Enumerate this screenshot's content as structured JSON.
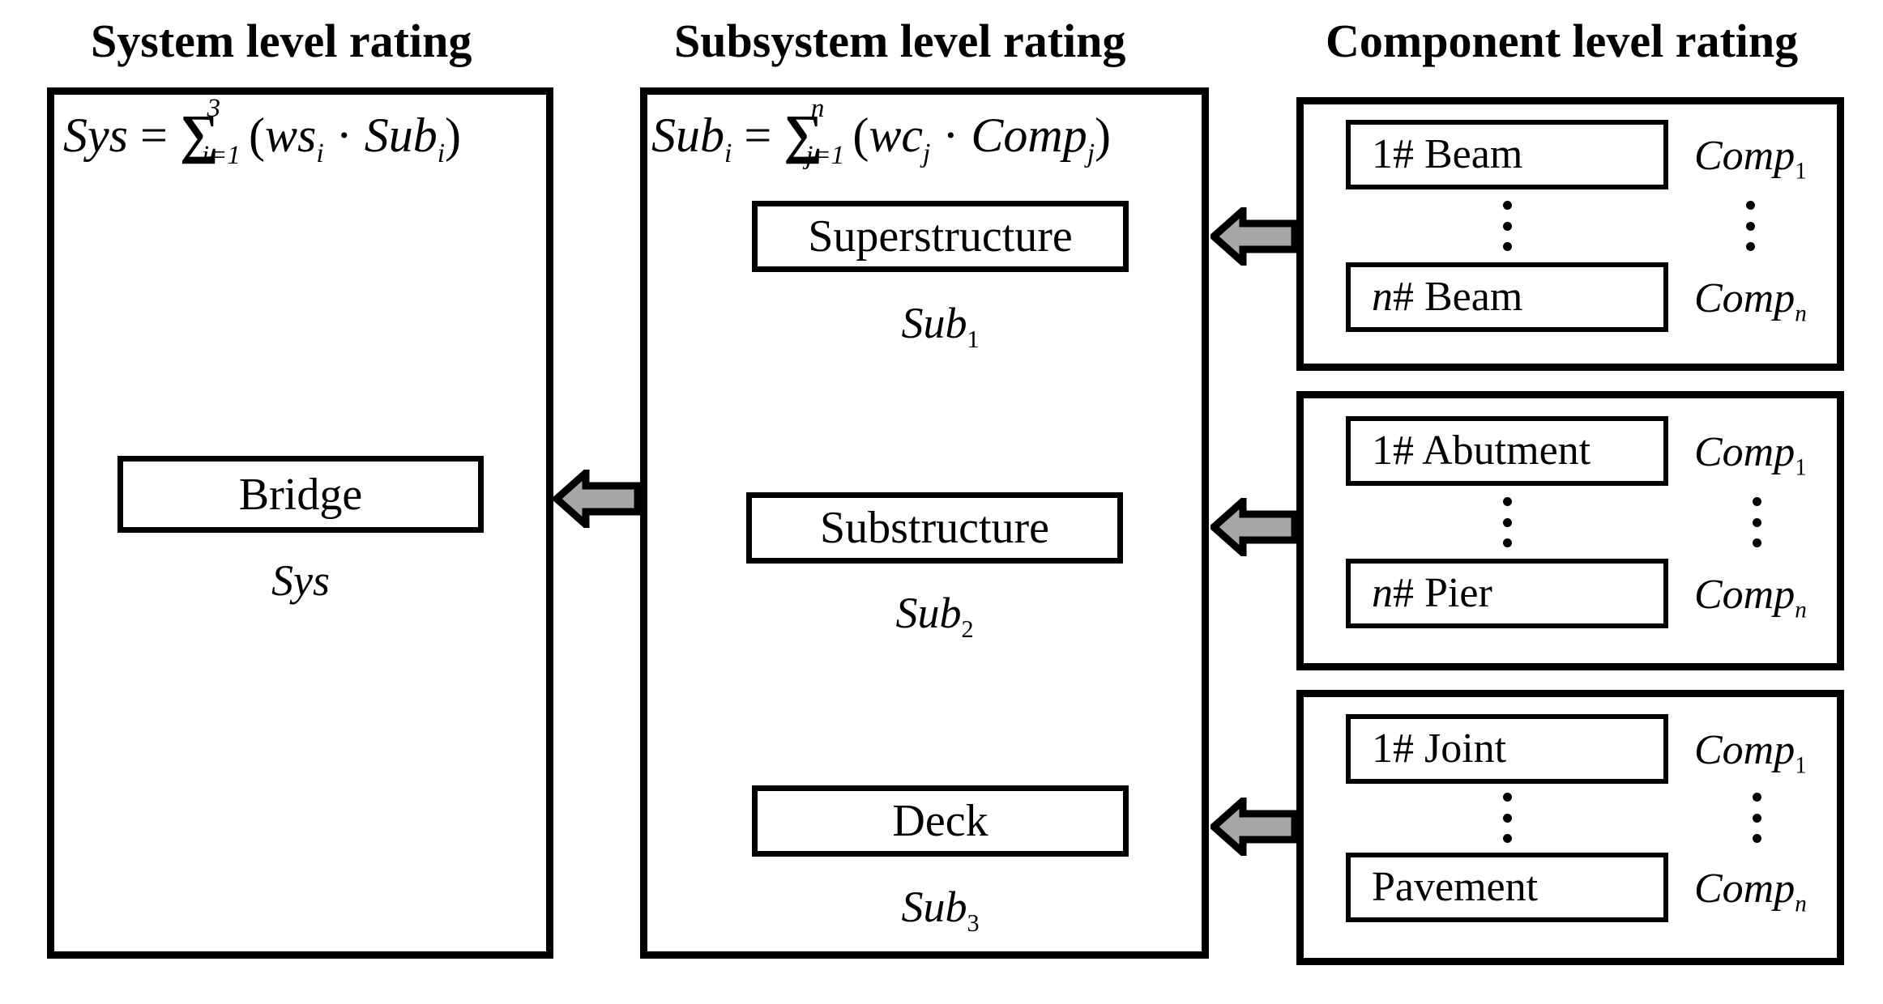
{
  "columns": [
    {
      "title": "System level rating"
    },
    {
      "title": "Subsystem level rating"
    },
    {
      "title": "Component level rating"
    }
  ],
  "formulas": {
    "system": {
      "lhs": "Sys",
      "equals": "=",
      "sum_upper": "3",
      "sum_lower": "i=1",
      "body_open": "(",
      "weight": "ws",
      "weight_sub": "i",
      "dot": "·",
      "term": "Sub",
      "term_sub": "i",
      "body_close": ")",
      "full": "Sys = ∑(i=1..3) (ws_i · Sub_i)"
    },
    "subsystem": {
      "lhs": "Sub",
      "lhs_sub": "i",
      "equals": "=",
      "sum_upper": "n",
      "sum_lower": "j=1",
      "body_open": "(",
      "weight": "wc",
      "weight_sub": "j",
      "dot": "·",
      "term": "Comp",
      "term_sub": "j",
      "body_close": ")",
      "full": "Sub_i = ∑(j=1..n) (wc_j · Comp_j)"
    }
  },
  "system": {
    "node_label": "Bridge",
    "node_symbol": "Sys"
  },
  "subsystems": [
    {
      "label": "Superstructure",
      "symbol": "Sub",
      "symbol_sub": "1"
    },
    {
      "label": "Substructure",
      "symbol": "Sub",
      "symbol_sub": "2"
    },
    {
      "label": "Deck",
      "symbol": "Sub",
      "symbol_sub": "3"
    }
  ],
  "component_groups": [
    {
      "group": "superstructure-components",
      "first": {
        "prefix": "1",
        "prefix_italic": false,
        "name": "# Beam",
        "tag": "Comp",
        "tag_sub": "1"
      },
      "last": {
        "prefix": "n",
        "prefix_italic": true,
        "name": "# Beam",
        "tag": "Comp",
        "tag_sub": "n"
      }
    },
    {
      "group": "substructure-components",
      "first": {
        "prefix": "1",
        "prefix_italic": false,
        "name": "# Abutment",
        "tag": "Comp",
        "tag_sub": "1"
      },
      "last": {
        "prefix": "n",
        "prefix_italic": true,
        "name": "# Pier",
        "tag": "Comp",
        "tag_sub": "n"
      }
    },
    {
      "group": "deck-components",
      "first": {
        "prefix": "1",
        "prefix_italic": false,
        "name": "# Joint",
        "tag": "Comp",
        "tag_sub": "1"
      },
      "last": {
        "prefix": "",
        "prefix_italic": false,
        "name": "Pavement",
        "tag": "Comp",
        "tag_sub": "n"
      }
    }
  ],
  "colors": {
    "stroke": "#000000",
    "background": "#ffffff",
    "arrow_fill": "#a6a6a6",
    "arrow_stroke": "#000000"
  },
  "arrows": [
    {
      "name": "arrow-subsystem-to-system"
    },
    {
      "name": "arrow-components-to-superstructure"
    },
    {
      "name": "arrow-components-to-substructure"
    },
    {
      "name": "arrow-components-to-deck"
    }
  ]
}
